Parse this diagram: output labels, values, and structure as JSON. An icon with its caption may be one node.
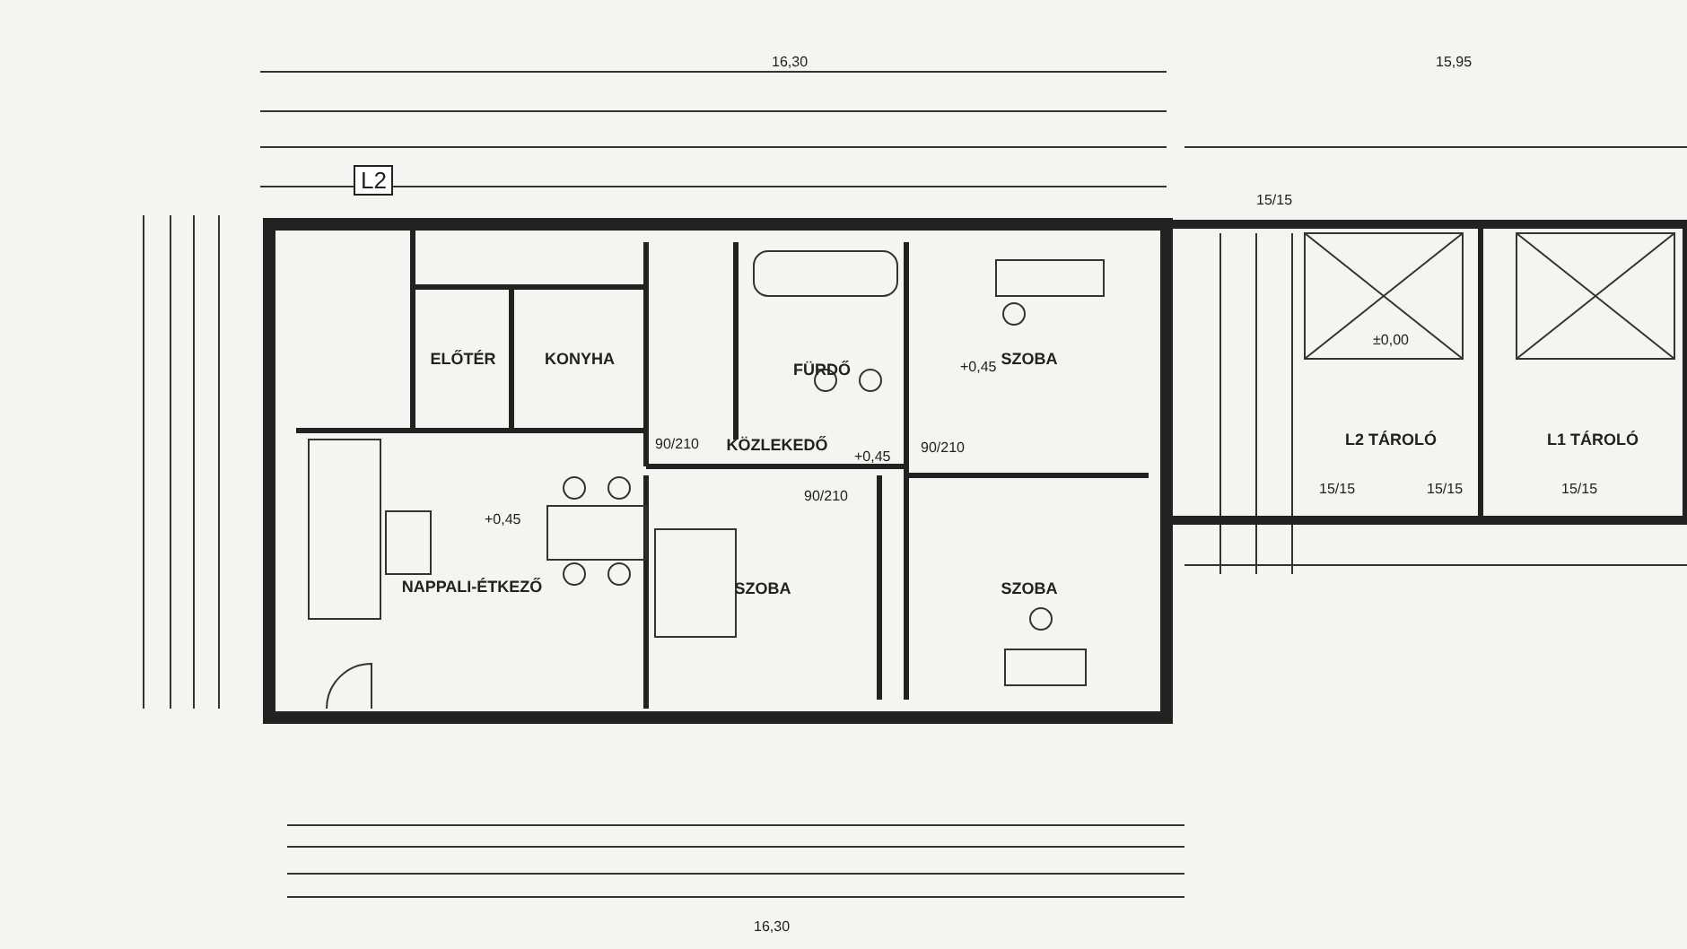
{
  "diagram": {
    "nodes": [
      {
        "text": [
          "ELŐTÉR"
        ]
      },
      {
        "text": [
          "KONYHA"
        ]
      },
      {
        "text": [
          "FÜRDŐ"
        ]
      },
      {
        "text": [
          "SZOBA"
        ]
      },
      {
        "text": [
          "KÖZLEKEDŐ"
        ]
      },
      {
        "text": [
          "NAPPALI-ÉTKEZŐ"
        ]
      },
      {
        "text": [
          "SZOBA"
        ]
      },
      {
        "text": [
          "SZOBA"
        ]
      },
      {
        "text": [
          "L2 TÁROLÓ"
        ]
      },
      {
        "text": [
          "L1 TÁROLÓ"
        ]
      }
    ],
    "edges": [],
    "labels": [
      "16,30",
      "15,95",
      "L2",
      "+0,45",
      "+0,45",
      "+0,45",
      "±0,00",
      "90/210",
      "90/210",
      "90/210",
      "15/15",
      "15/15",
      "15/15",
      "15/15",
      "16,30"
    ]
  }
}
